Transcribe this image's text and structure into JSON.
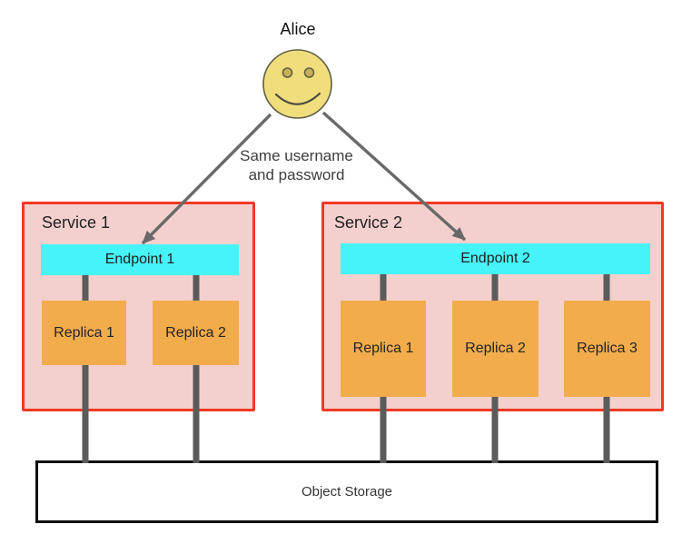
{
  "actor": {
    "label": "Alice"
  },
  "annotation": {
    "line1": "Same username",
    "line2": "and password"
  },
  "services": [
    {
      "name": "Service 1",
      "endpoint": "Endpoint 1",
      "replicas": [
        "Replica 1",
        "Replica 2"
      ]
    },
    {
      "name": "Service 2",
      "endpoint": "Endpoint 2",
      "replicas": [
        "Replica 1",
        "Replica 2",
        "Replica 3"
      ]
    }
  ],
  "storage": {
    "label": "Object Storage"
  },
  "colors": {
    "service_fill": "#f3d0cd",
    "service_border": "#f03a24",
    "endpoint_fill": "#46f4f7",
    "replica_fill": "#f2ac4c",
    "connector": "#5b5b5b",
    "arrow": "#696969",
    "face_fill": "#f0dd7c",
    "face_stroke": "#5f5f46",
    "eye_fill": "#c9b054",
    "storage_border": "#111111",
    "text": "#202020"
  }
}
